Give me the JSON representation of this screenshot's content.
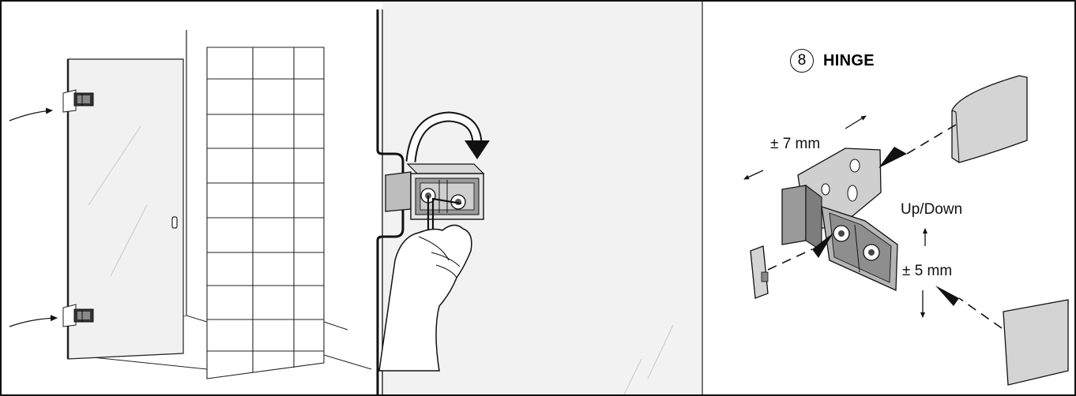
{
  "step": {
    "number": "8",
    "title": "HINGE"
  },
  "labels": {
    "lateral": "± 7 mm",
    "updown": "Up/Down",
    "vertical": "± 5 mm"
  }
}
